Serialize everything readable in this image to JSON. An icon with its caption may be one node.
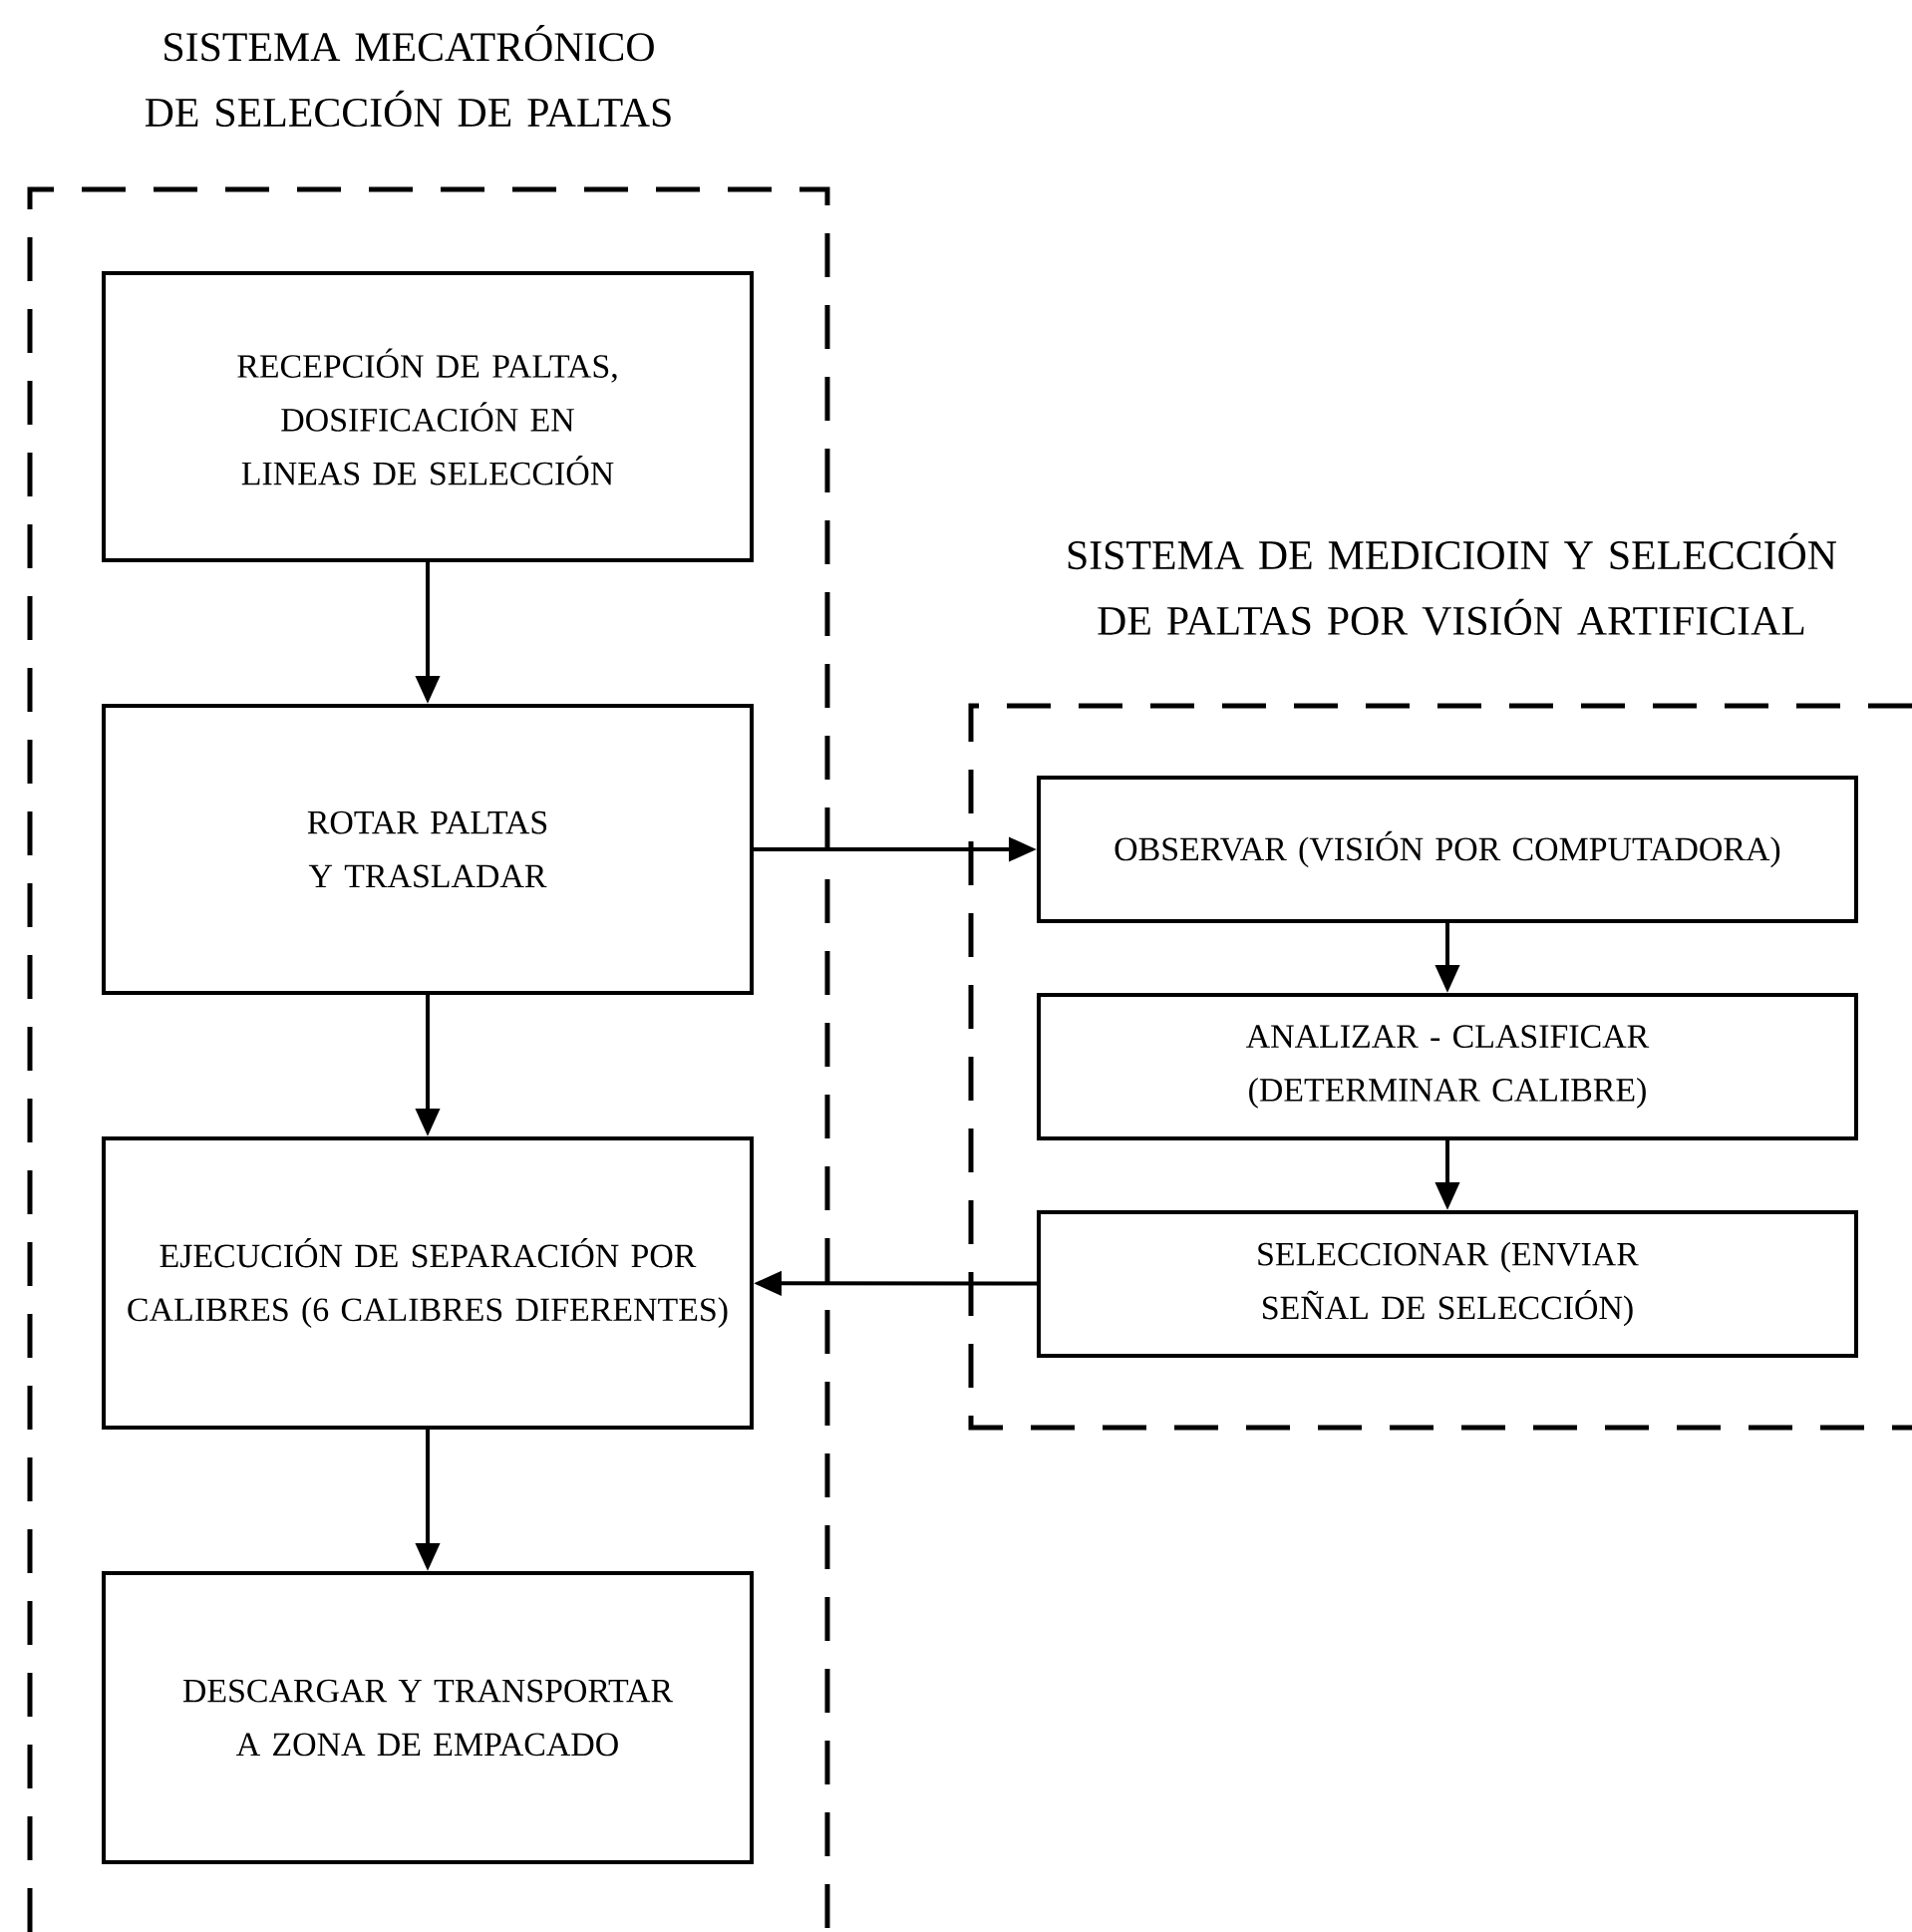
{
  "diagram": {
    "nodes": [
      {
        "text": [
          "SISTEMA MECATRÓNICO DE SELECCIÓN DE PALTAS"
        ]
      },
      {
        "text": [
          "RECEPCIÓN DE PALTAS, DOSIFICACIÓN EN LINEAS DE SELECCIÓN"
        ],
        "in": 0
      },
      {
        "text": [
          "ROTAR PALTAS Y TRASLADAR"
        ],
        "in": 0
      },
      {
        "text": [
          "EJECUCIÓN DE SEPARACIÓN POR CALIBRES (6 CALIBRES DIFERENTES)"
        ],
        "in": 0
      },
      {
        "text": [
          "DESCARGAR Y TRANSPORTAR A ZONA DE EMPACADO"
        ],
        "in": 0
      },
      {
        "text": [
          "SISTEMA DE MEDICIOIN Y SELECCIÓN DE PALTAS POR VISIÓN ARTIFICIAL"
        ]
      },
      {
        "text": [
          "OBSERVAR (VISIÓN POR COMPUTADORA)"
        ],
        "in": 5
      },
      {
        "text": [
          "ANALIZAR - CLASIFICAR (DETERMINAR CALIBRE)"
        ],
        "in": 5
      },
      {
        "text": [
          "SELECCIONAR (ENVIAR SEÑAL DE SELECCIÓN)"
        ],
        "in": 5
      }
    ],
    "edges": [
      {
        "from": 1,
        "to": 2,
        "arrow": "to"
      },
      {
        "from": 2,
        "to": 3,
        "arrow": "to"
      },
      {
        "from": 3,
        "to": 4,
        "arrow": "to"
      },
      {
        "from": 2,
        "to": 6,
        "arrow": "to"
      },
      {
        "from": 6,
        "to": 7,
        "arrow": "to"
      },
      {
        "from": 7,
        "to": 8,
        "arrow": "to"
      },
      {
        "from": 8,
        "to": 3,
        "arrow": "to"
      }
    ]
  }
}
